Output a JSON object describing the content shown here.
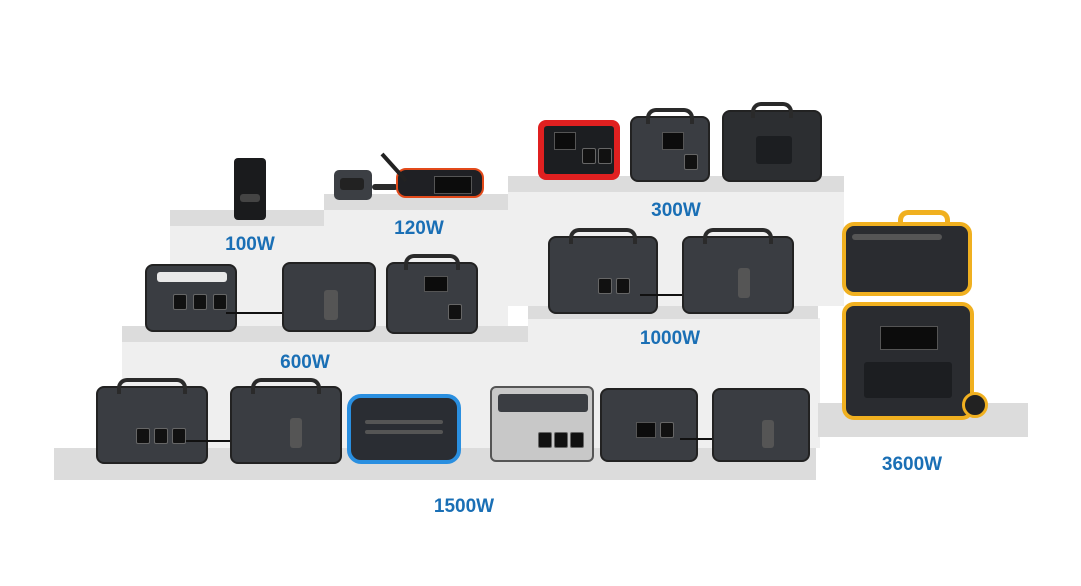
{
  "tiers": {
    "w100": "100W",
    "w120": "120W",
    "w300": "300W",
    "w600": "600W",
    "w1000": "1000W",
    "w1500": "1500W",
    "w3600": "3600W"
  },
  "colors": {
    "label": "#1a6fb5",
    "step_top": "#dcdcdc",
    "step_face": "#efefef",
    "accent_red": "#e02020",
    "accent_blue": "#2a8fe0",
    "accent_yellow": "#f0b020"
  }
}
